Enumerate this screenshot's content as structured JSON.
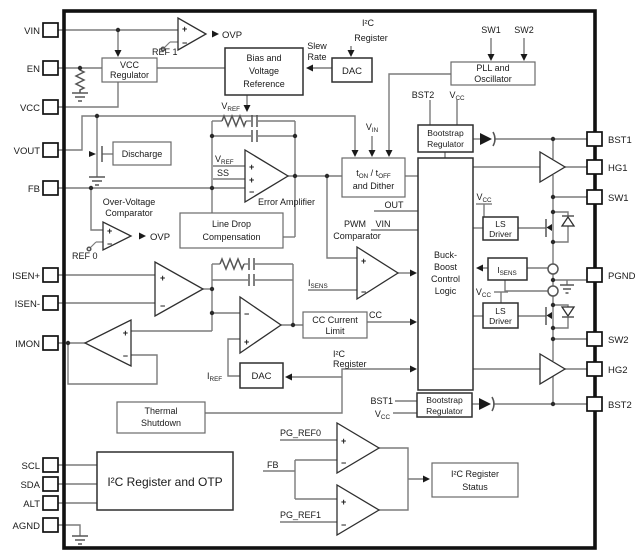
{
  "colors": {
    "wire": "#7b7b7b",
    "ink": "#1a1a1a",
    "frame": "#111111"
  },
  "pins": {
    "left": [
      {
        "label": "VIN"
      },
      {
        "label": "EN"
      },
      {
        "label": "VCC"
      },
      {
        "label": "VOUT"
      },
      {
        "label": "FB"
      },
      {
        "label": "ISEN+"
      },
      {
        "label": "ISEN-"
      },
      {
        "label": "IMON"
      },
      {
        "label": "SCL"
      },
      {
        "label": "SDA"
      },
      {
        "label": "ALT"
      },
      {
        "label": "AGND"
      }
    ],
    "right": [
      {
        "label": "BST1"
      },
      {
        "label": "HG1"
      },
      {
        "label": "SW1"
      },
      {
        "label": "PGND"
      },
      {
        "label": "SW2"
      },
      {
        "label": "HG2"
      },
      {
        "label": "BST2"
      }
    ]
  },
  "blocks": {
    "vcc_regulator": {
      "l1": "VCC",
      "l2": "Regulator"
    },
    "bias": {
      "l1": "Bias and",
      "l2": "Voltage",
      "l3": "Reference"
    },
    "dac_top": {
      "l1": "DAC"
    },
    "pll": {
      "l1": "PLL and",
      "l2": "Oscillator"
    },
    "bootstrap_top": {
      "l1": "Bootstrap",
      "l2": "Regulator"
    },
    "discharge": {
      "l1": "Discharge"
    },
    "ton": {
      "a": "t",
      "b": "ON",
      "c": " / t",
      "d": "OFF",
      "l2": "and Dither"
    },
    "control": {
      "l1": "Buck-",
      "l2": "Boost",
      "l3": "Control",
      "l4": "Logic"
    },
    "line_drop": {
      "l1": "Line Drop",
      "l2": "Compensation"
    },
    "ls_driver_top": {
      "l1": "LS",
      "l2": "Driver"
    },
    "isens_box": {
      "a": "I",
      "b": "SENS"
    },
    "ls_driver_bottom": {
      "l1": "LS",
      "l2": "Driver"
    },
    "cc_limit": {
      "l1": "CC Current",
      "l2": "Limit"
    },
    "dac_bottom": {
      "l1": "DAC"
    },
    "thermal": {
      "l1": "Thermal",
      "l2": "Shutdown"
    },
    "otp": {
      "l1": "I²C Register and OTP"
    },
    "bootstrap_bottom": {
      "l1": "Bootstrap",
      "l2": "Regulator"
    },
    "status": {
      "l1": "I²C Register",
      "l2": "Status"
    }
  },
  "labels": {
    "ovp_top": "OVP",
    "ref1": "REF 1",
    "ovp_bottom": "OVP",
    "ref0": "REF 0",
    "slew1": "Slew",
    "slew2": "Rate",
    "i2c_top1": "I²C",
    "i2c_top2": "Register",
    "i2c_mid1": "I²C",
    "i2c_mid2": "Register",
    "sw1_top": "SW1",
    "sw2_top": "SW2",
    "bst2_top": "BST2",
    "bst1_bottom": "BST1",
    "out": "OUT",
    "vin_ctl": "VIN",
    "cc": "CC",
    "ss": "SS",
    "error_amp": "Error Amplifier",
    "ovc1": "Over-Voltage",
    "ovc2": "Comparator",
    "pwm1": "PWM",
    "pwm2": "Comparator",
    "pg_ref0": "PG_REF0",
    "pg_ref1": "PG_REF1",
    "fb_mid": "FB",
    "plus": "+",
    "minus": "−"
  },
  "sub_labels": {
    "vref_top": {
      "a": "V",
      "b": "REF"
    },
    "vref_amp": {
      "a": "V",
      "b": "REF"
    },
    "vin_arrow": {
      "a": "V",
      "b": "IN"
    },
    "isens_pwm": {
      "a": "I",
      "b": "SENS"
    },
    "iref": {
      "a": "I",
      "b": "REF"
    },
    "vcc_ls1": {
      "a": "V",
      "b": "CC"
    },
    "vcc_ls2": {
      "a": "V",
      "b": "CC"
    },
    "vcc_bs1": {
      "a": "V",
      "b": "CC"
    },
    "vcc_bs2": {
      "a": "V",
      "b": "CC"
    }
  }
}
